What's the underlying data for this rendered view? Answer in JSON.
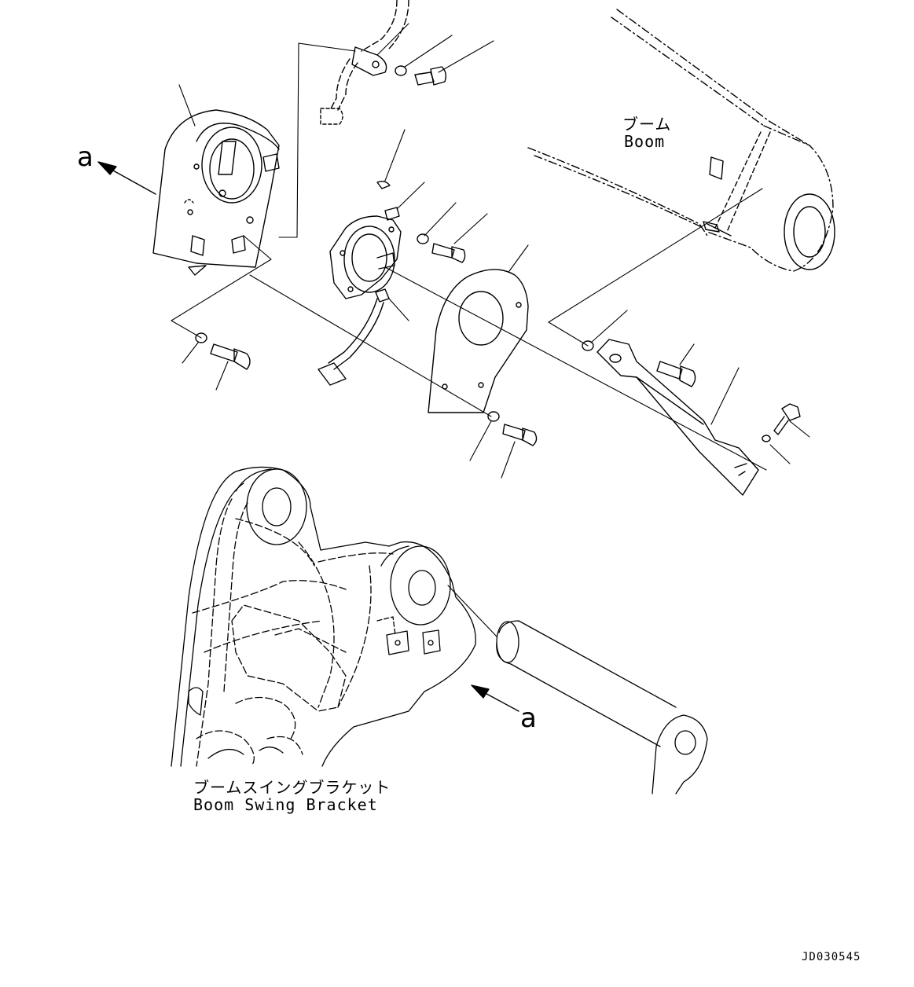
{
  "labels": {
    "boom_jp": "ブーム",
    "boom_en": "Boom",
    "bracket_jp": "ブームスイングブラケット",
    "bracket_en": "Boom Swing Bracket",
    "arrow_upper": "a",
    "arrow_lower": "a",
    "drawing_code": "JD030545"
  },
  "colors": {
    "line": "#000000",
    "background": "#ffffff"
  }
}
